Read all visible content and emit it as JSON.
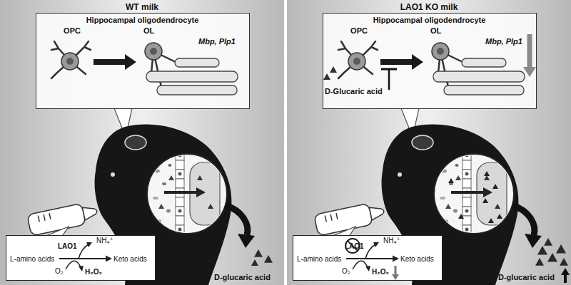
{
  "diagram": {
    "nodes": [
      {
        "text": [
          "WT milk"
        ]
      },
      {
        "text": [
          "Hippocampal oligodendrocyte"
        ],
        "in": 0
      },
      {
        "text": [
          "OPC"
        ],
        "in": 1
      },
      {
        "text": [
          "OL"
        ],
        "in": 1
      },
      {
        "text": [
          "L-amino acids",
          "LAO1",
          "NH₄⁺",
          "Keto acids",
          "O₂",
          "H₂O₂"
        ],
        "in": 0
      },
      {
        "text": [
          "LAO1 KO milk"
        ]
      },
      {
        "text": [
          "Hippocampal oligodendrocyte"
        ],
        "in": 5
      },
      {
        "text": [
          "OPC"
        ],
        "in": 6
      },
      {
        "text": [
          "OL"
        ],
        "in": 6
      },
      {
        "text": [
          "L-amino acids",
          "LAO1",
          "NH₄⁺",
          "Keto acids",
          "O₂",
          "H₂O₂"
        ],
        "in": 5
      }
    ],
    "edges": [
      {
        "from": 2,
        "to": 3,
        "arrow": "to"
      },
      {
        "from": 7,
        "to": 8,
        "arrow": "to"
      }
    ],
    "labels": [
      "Mbp, Plp1",
      "D-glucaric acid",
      "Mbp, Plp1",
      "D-Glucaric acid",
      "D-glucaric acid"
    ]
  }
}
